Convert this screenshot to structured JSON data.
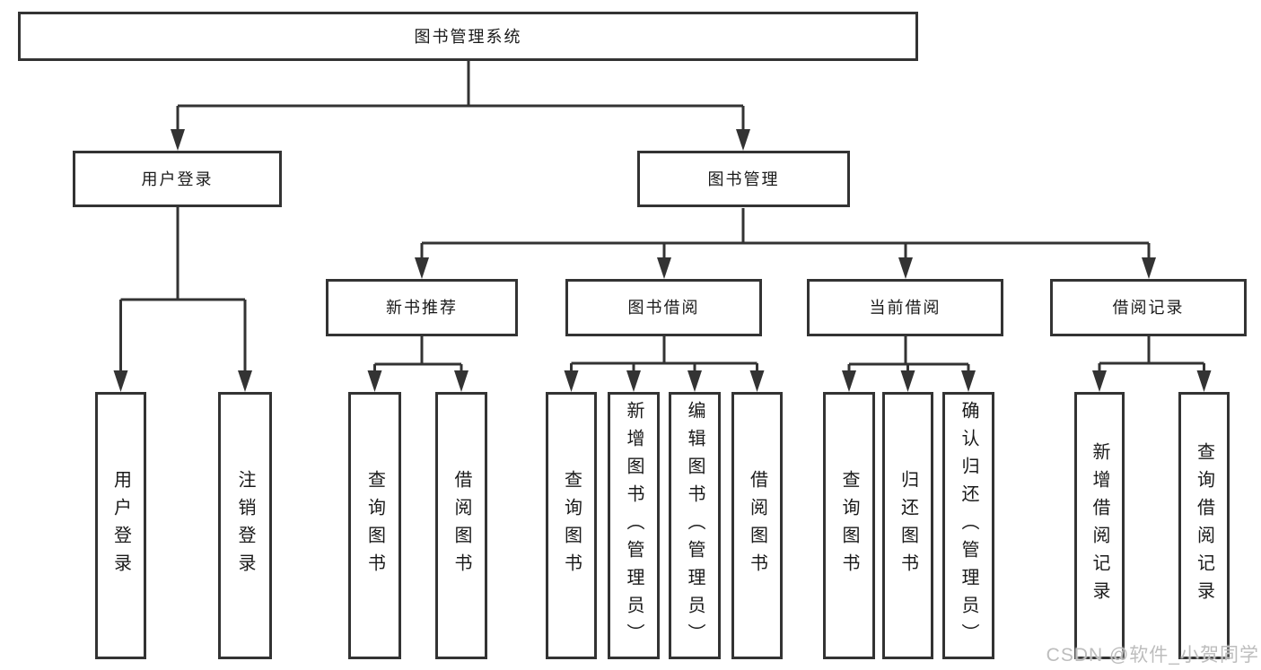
{
  "tree": {
    "root": {
      "label": "图书管理系统"
    },
    "branches": [
      {
        "label": "用户登录",
        "children": [
          {
            "label": "用户登录"
          },
          {
            "label": "注销登录"
          }
        ]
      },
      {
        "label": "图书管理",
        "children": [
          {
            "label": "新书推荐",
            "children": [
              {
                "label": "查询图书"
              },
              {
                "label": "借阅图书"
              }
            ]
          },
          {
            "label": "图书借阅",
            "children": [
              {
                "label": "查询图书"
              },
              {
                "label": "新增图书（管理员）"
              },
              {
                "label": "编辑图书（管理员）"
              },
              {
                "label": "借阅图书"
              }
            ]
          },
          {
            "label": "当前借阅",
            "children": [
              {
                "label": "查询图书"
              },
              {
                "label": "归还图书"
              },
              {
                "label": "确认归还（管理员）"
              }
            ]
          },
          {
            "label": "借阅记录",
            "children": [
              {
                "label": "新增借阅记录"
              },
              {
                "label": "查询借阅记录"
              }
            ]
          }
        ]
      }
    ]
  },
  "watermark": {
    "text": "CSDN @软件_小贺同学"
  },
  "colors": {
    "line": "#333333",
    "text": "#1a1a1a",
    "background": "#ffffff",
    "watermark": "#bdbdbd"
  }
}
